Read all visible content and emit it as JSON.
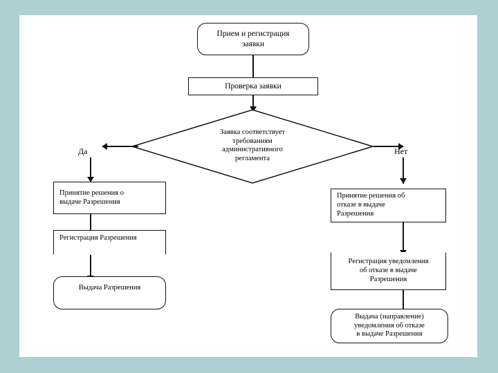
{
  "slide": {
    "background_color": "#aed0d3",
    "canvas_color": "#ffffff",
    "line_color": "#111111"
  },
  "diagram": {
    "type": "flowchart",
    "language": "ru",
    "nodes": {
      "intake": {
        "label": "Прием и регистрация\nзаявки",
        "shape": "rounded-rectangle"
      },
      "check": {
        "label": "Проверка заявки",
        "shape": "rectangle"
      },
      "decision": {
        "label": "Заявка соответствует\nтребованиям\nадминистративного\nрегламента",
        "shape": "diamond"
      },
      "yes_label": "Да",
      "no_label": "Нет",
      "grant_decision": {
        "label": "Принятие решения о\nвыдаче Разрешения",
        "shape": "rectangle"
      },
      "grant_register": {
        "label": "Регистрация Разрешения",
        "shape": "rectangle"
      },
      "grant_issue": {
        "label": "Выдача Разрешения",
        "shape": "rounded-rectangle"
      },
      "refuse_decision": {
        "label": "Принятие решения об\nотказе в выдаче\nРазрешения",
        "shape": "rectangle"
      },
      "refuse_register": {
        "label": "Регистрация уведомления\nоб отказе в выдаче\nРазрешения",
        "shape": "rectangle"
      },
      "refuse_issue": {
        "label": "Выдача (направление)\nуведомления об отказе\nв выдаче Разрешения",
        "shape": "rounded-rectangle"
      }
    }
  }
}
